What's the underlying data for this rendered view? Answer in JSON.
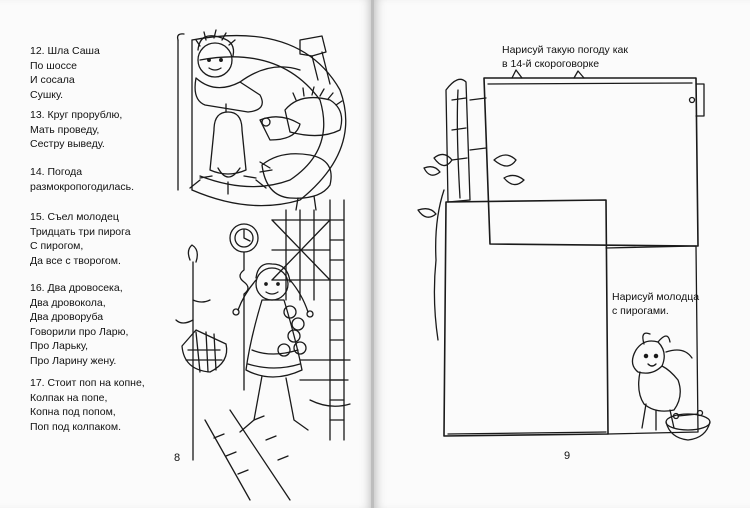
{
  "left_page": {
    "poems": [
      {
        "lines": [
          "12. Шла Саша",
          "По шоссе",
          "И сосала",
          "Сушку."
        ]
      },
      {
        "lines": [
          "13. Круг прорублю,",
          "Мать проведу,",
          "Сестру выведу."
        ]
      },
      {
        "lines": [
          "14. Погода",
          "размокропогодилась."
        ]
      },
      {
        "lines": [
          "15. Съел молодец",
          "Тридцать три пирога",
          "С пирогом,",
          "Да все с творогом."
        ]
      },
      {
        "lines": [
          "16. Два дровосека,",
          "Два дровокола,",
          "Два дроворуба",
          "Говорили про Ларю,",
          "Про Ларьку,",
          "Про Ларину жену."
        ]
      },
      {
        "lines": [
          "17. Стоит поп на копне,",
          "Колпак на попе,",
          "Копна под попом,",
          "Поп под колпаком."
        ]
      }
    ],
    "page_number": "8"
  },
  "right_page": {
    "task_weather": [
      "Нарисуй такую погоду как",
      "в 14-й скороговорке"
    ],
    "task_lad": [
      "Нарисуй молодца",
      "с пирогами."
    ],
    "page_number": "9"
  }
}
